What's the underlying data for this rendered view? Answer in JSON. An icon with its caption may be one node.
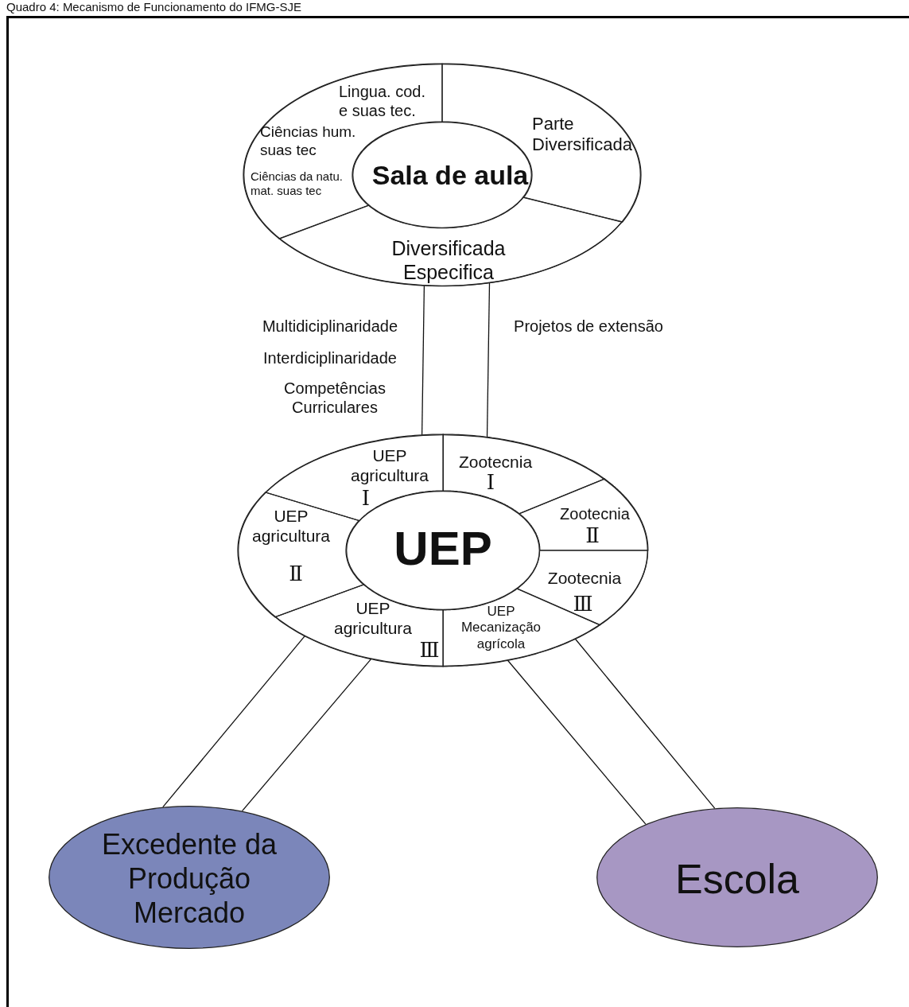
{
  "diagram": {
    "title": "Quadro 4: Mecanismo de Funcionamento do IFMG-SJE",
    "nodes": [
      {
        "text": [],
        "shape": "ellipse"
      },
      {
        "text": [
          "Lingua. cod. e suas tec.",
          "Ciências hum. suas tec",
          "Ciências da natu. mat. suas tec"
        ],
        "in": 0
      },
      {
        "text": [
          "Parte Diversificada"
        ],
        "in": 0
      },
      {
        "text": [
          "Diversificada Especifica"
        ],
        "in": 0
      },
      {
        "text": [
          "Sala de aula"
        ],
        "in": 0
      },
      {
        "text": [],
        "shape": "ellipse"
      },
      {
        "text": [
          "UEP agricultura",
          "Ⅰ"
        ],
        "in": 5
      },
      {
        "text": [
          "Zootecnia",
          "Ⅰ"
        ],
        "in": 5
      },
      {
        "text": [
          "UEP agricultura",
          "Ⅱ"
        ],
        "in": 5
      },
      {
        "text": [
          "Zootecnia",
          "Ⅱ"
        ],
        "in": 5
      },
      {
        "text": [
          "Zootecnia",
          "Ⅲ"
        ],
        "in": 5
      },
      {
        "text": [
          "UEP agricultura",
          "Ⅲ"
        ],
        "in": 5
      },
      {
        "text": [
          "UEP Mecanização agrícola"
        ],
        "in": 5
      },
      {
        "text": [
          "UEP"
        ],
        "in": 5
      },
      {
        "text": [
          "Excedente da Produção Mercado"
        ]
      },
      {
        "text": [
          "Escola"
        ]
      }
    ],
    "edges": [
      {
        "from": 0,
        "to": 5,
        "arrow": "none"
      },
      {
        "from": 0,
        "to": 5,
        "arrow": "none"
      },
      {
        "from": 5,
        "to": 14,
        "arrow": "none"
      },
      {
        "from": 5,
        "to": 14,
        "arrow": "none"
      },
      {
        "from": 5,
        "to": 15,
        "arrow": "none"
      },
      {
        "from": 5,
        "to": 15,
        "arrow": "none"
      }
    ],
    "labels": [
      "Multidiciplinaridade",
      "Interdiciplinaridade",
      "Competências Curriculares",
      "Projetos de extensão"
    ]
  }
}
